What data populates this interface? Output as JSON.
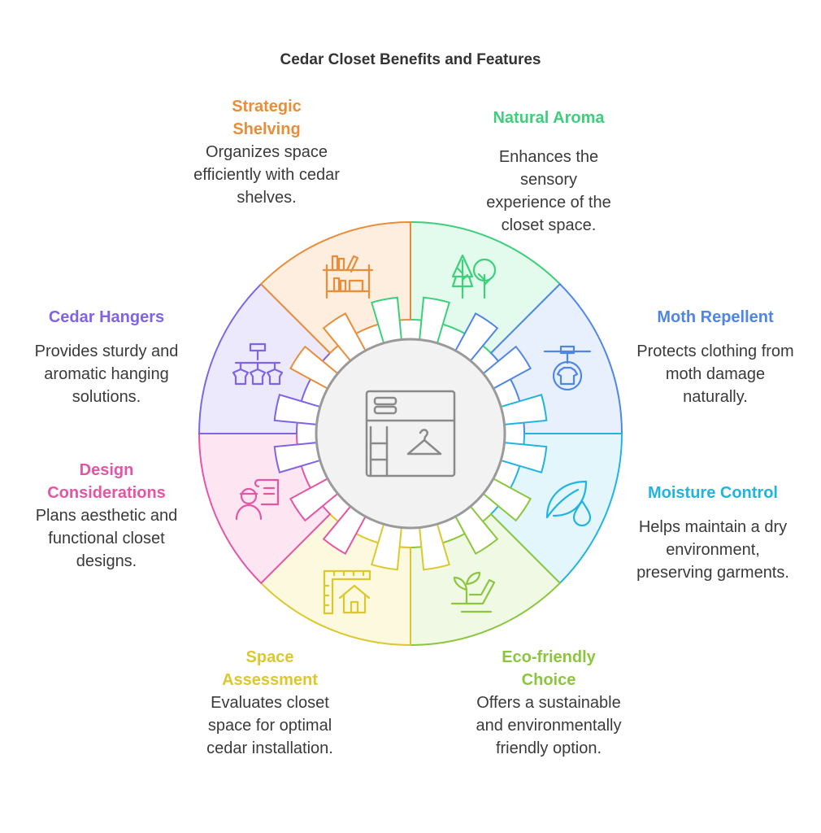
{
  "title": "Cedar Closet Benefits and Features",
  "segments": [
    {
      "id": "natural-aroma",
      "label": "Natural Aroma",
      "description": "Enhances the sensory experience of the closet space.",
      "color": "#3ecf7c",
      "fill": "#e3fbec",
      "icon": "trees-icon"
    },
    {
      "id": "moth-repellent",
      "label": "Moth Repellent",
      "description": "Protects clothing from moth damage naturally.",
      "color": "#4f86e6",
      "fill": "#e8f0fd",
      "icon": "hanging-shirt-icon"
    },
    {
      "id": "moisture-control",
      "label": "Moisture Control",
      "description": "Helps maintain a dry environment, preserving garments.",
      "color": "#22b4e0",
      "fill": "#e2f6fc",
      "icon": "leaf-droplet-icon"
    },
    {
      "id": "eco-friendly-choice",
      "label": "Eco-friendly Choice",
      "description": "Offers a sustainable and environmentally friendly option.",
      "color": "#8cc63e",
      "fill": "#f0f9e3",
      "icon": "sprout-hand-icon"
    },
    {
      "id": "space-assessment",
      "label": "Space Assessment",
      "description": "Evaluates closet space for optimal cedar installation.",
      "color": "#dcc82e",
      "fill": "#fcf9df",
      "icon": "ruler-house-icon"
    },
    {
      "id": "design-considerations",
      "label": "Design Considerations",
      "description": "Plans aesthetic and functional closet designs.",
      "color": "#e455a6",
      "fill": "#fde6f1",
      "icon": "designer-blueprint-icon"
    },
    {
      "id": "cedar-hangers",
      "label": "Cedar Hangers",
      "description": "Provides sturdy and aromatic hanging solutions.",
      "color": "#7f64e3",
      "fill": "#ede9fd",
      "icon": "hanger-rack-icon"
    },
    {
      "id": "strategic-shelving",
      "label": "Strategic Shelving",
      "description": "Organizes space efficiently with cedar shelves.",
      "color": "#e88e3a",
      "fill": "#fdeedf",
      "icon": "bookshelf-icon"
    }
  ],
  "center": {
    "icon": "closet-icon",
    "fill": "#f2f2f2",
    "stroke": "#9a9a9a"
  }
}
